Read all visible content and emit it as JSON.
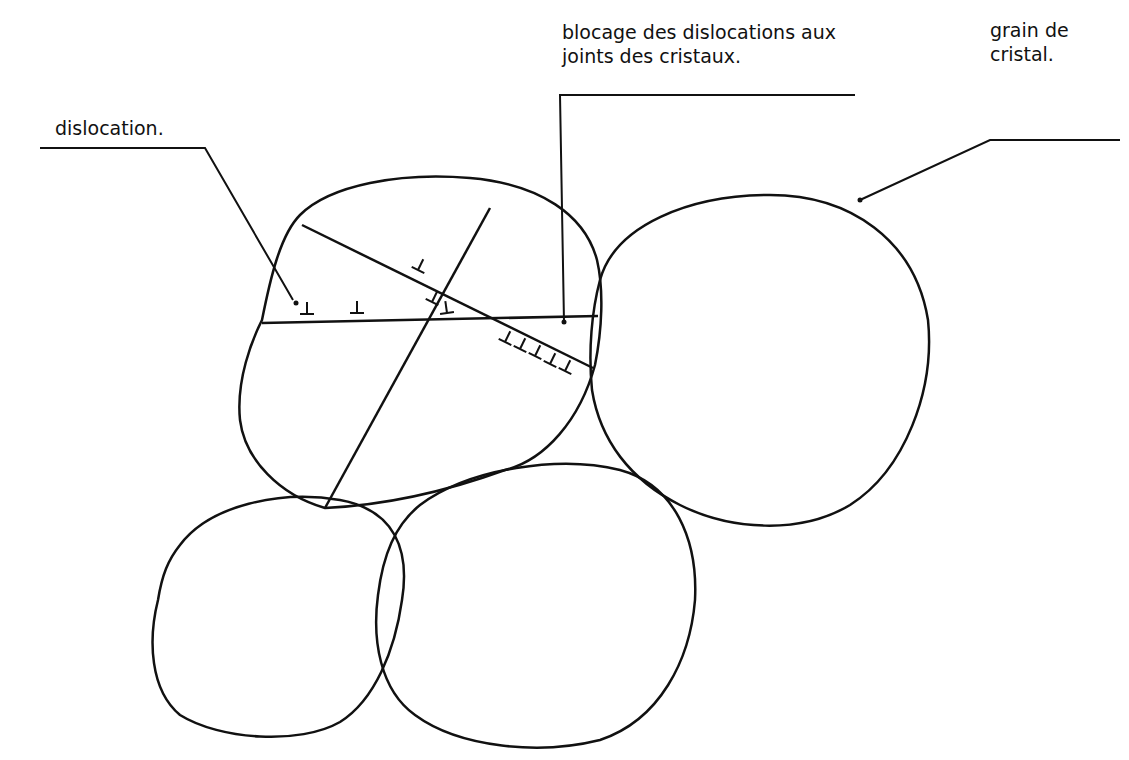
{
  "diagram": {
    "labels": [
      "dislocation.",
      "blocage des dislocations aux joints des cristaux.",
      "grain de cristal."
    ]
  }
}
